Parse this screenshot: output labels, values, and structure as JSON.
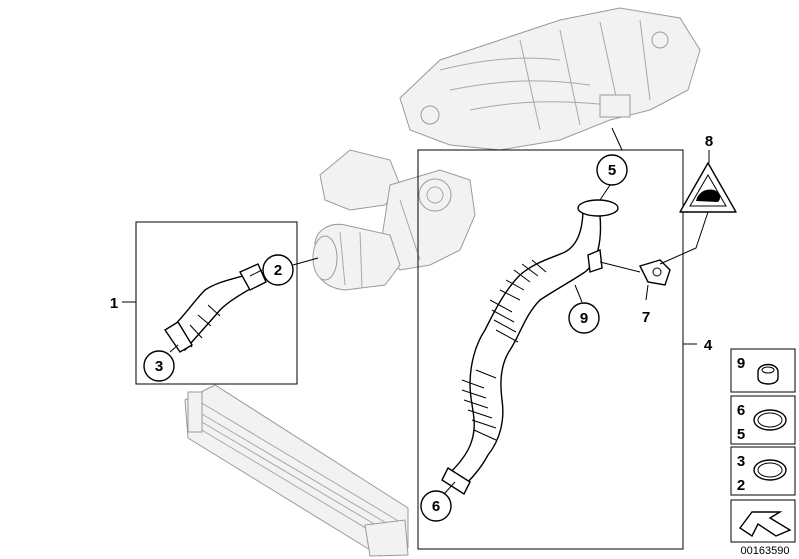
{
  "callouts": {
    "c1": "1",
    "c2": "2",
    "c3": "3",
    "c4": "4",
    "c5": "5",
    "c6": "6",
    "c7": "7",
    "c8": "8",
    "c9": "9"
  },
  "legend": {
    "row1": "9",
    "row2_top": "6",
    "row2_bottom": "5",
    "row3_top": "3",
    "row3_bottom": "2"
  },
  "reference_number": "00163590",
  "colors": {
    "line": "#000000",
    "ghost": "#9a9a9a"
  }
}
